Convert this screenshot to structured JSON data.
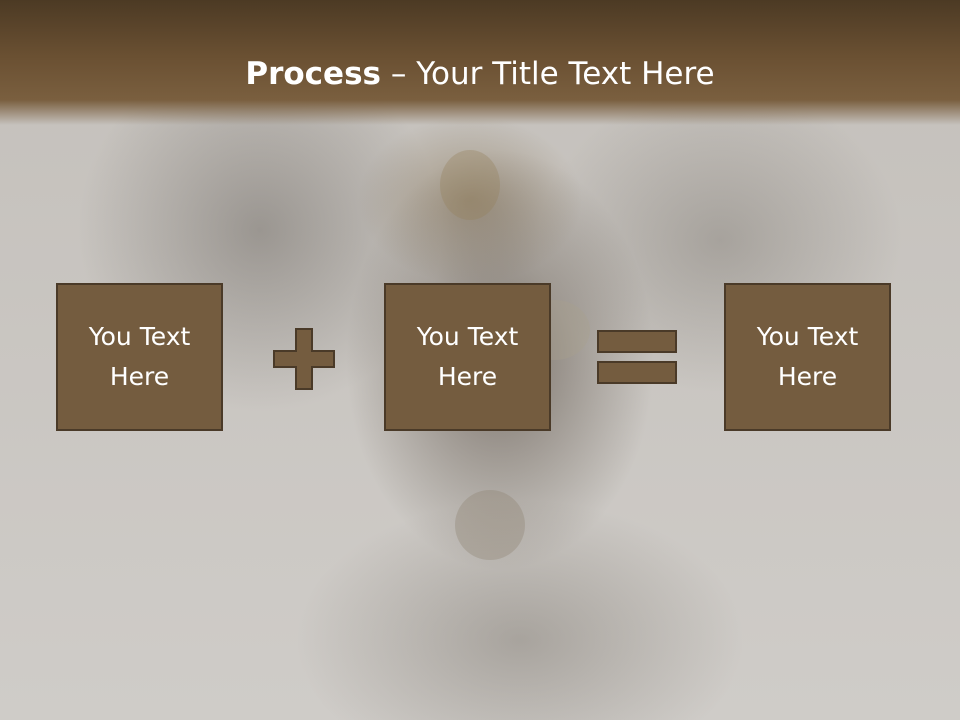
{
  "slide": {
    "title_bold": "Process",
    "title_rest": " – Your Title Text Here",
    "boxes": [
      {
        "label_line1": "You Text",
        "label_line2": "Here"
      },
      {
        "label_line1": "You Text",
        "label_line2": "Here"
      },
      {
        "label_line1": "You Text",
        "label_line2": "Here"
      }
    ],
    "operators": [
      "plus-icon",
      "equals-icon"
    ]
  },
  "colors": {
    "header_brown": "#6a5032",
    "box_fill": "#745c3f",
    "box_border": "#4a3a28",
    "background": "#c9c6c2",
    "text": "#ffffff"
  }
}
